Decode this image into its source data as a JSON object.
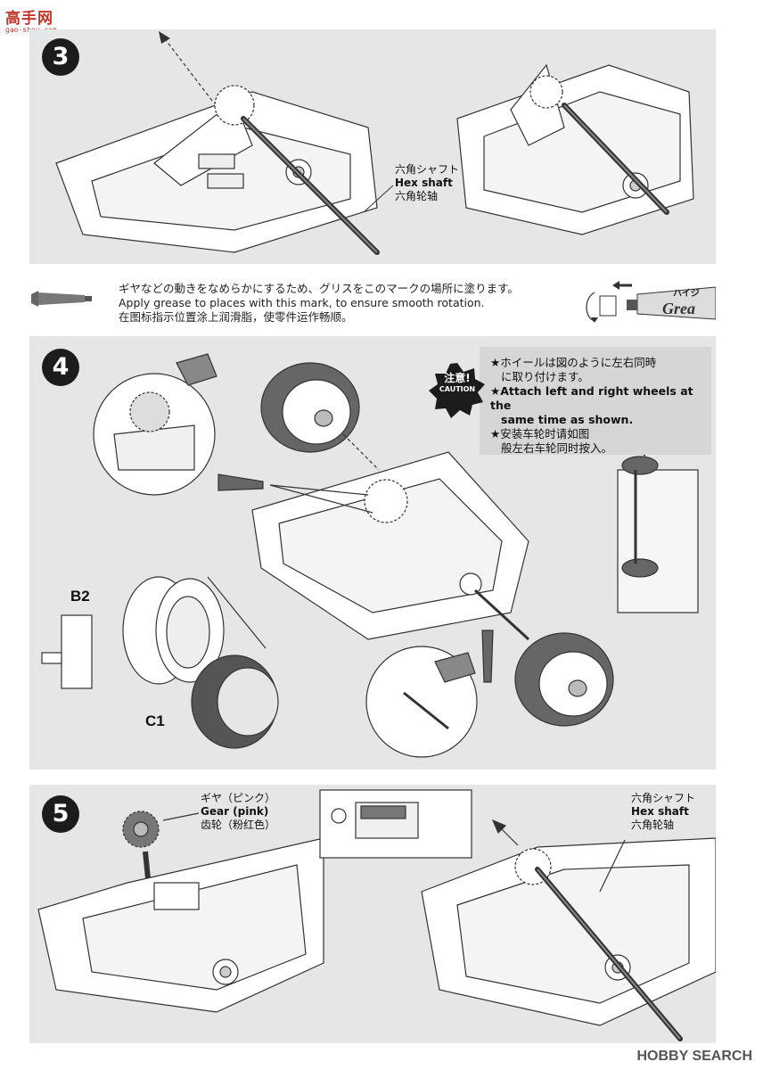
{
  "watermark": {
    "logo_text": "高手网",
    "logo_url": "gao-shou.com"
  },
  "steps": [
    {
      "number": "3",
      "labels": {
        "hex_shaft": [
          "六角シャフト",
          "Hex shaft",
          "六角轮轴"
        ]
      }
    },
    {
      "number": "4",
      "caution": {
        "badge_jp": "注意!",
        "badge_en": "CAUTION",
        "lines": [
          "★ホイールは図のように左右同時",
          "に取り付けます。",
          "★Attach left and right wheels at the",
          "same time as shown.",
          "★安装车轮时请如图",
          "般左右车轮同时按入。"
        ]
      },
      "parts": {
        "b2": "B2",
        "c1": "C1"
      }
    },
    {
      "number": "5",
      "labels": {
        "gear": [
          "ギヤ（ピンク）",
          "Gear (pink)",
          "齿轮（粉红色）"
        ],
        "hex_shaft": [
          "六角シャフト",
          "Hex shaft",
          "六角轮轴"
        ]
      }
    }
  ],
  "grease_note": {
    "lines": [
      "ギヤなどの動きをなめらかにするため、グリスをこのマークの場所に塗ります。",
      "Apply grease to places with this mark, to ensure smooth rotation.",
      "在图标指示位置涂上润滑脂，使零件运作畅顺。"
    ],
    "tube_label_jp": "ハイジ",
    "tube_label_en": "Grea"
  },
  "footer": {
    "brand": "HOBBY SEARCH"
  },
  "colors": {
    "panel": "#e4e6e8",
    "ink": "#1c1c1c",
    "caution_bg": "#d4d6d8",
    "logo": "#c0392b"
  }
}
